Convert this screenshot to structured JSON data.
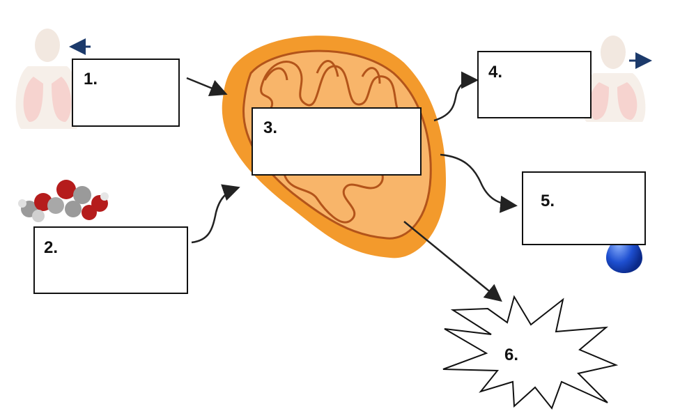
{
  "boxes": [
    {
      "id": "1",
      "label": "1."
    },
    {
      "id": "2",
      "label": "2."
    },
    {
      "id": "3",
      "label": "3."
    },
    {
      "id": "4",
      "label": "4."
    },
    {
      "id": "5",
      "label": "5."
    },
    {
      "id": "6",
      "label": "6."
    }
  ],
  "colors": {
    "mitochondrion_outer": "#f5a030",
    "mitochondrion_inner": "#f8b96a",
    "cristae_stroke": "#b3541a",
    "arrow": "#222222",
    "water_drop": "#1e4fd0",
    "lungs": "#f0b8b0"
  },
  "icons": [
    "lungs-inhale-icon",
    "glucose-molecule-icon",
    "lungs-exhale-icon",
    "water-drop-icon",
    "energy-burst-icon",
    "mitochondrion-icon"
  ]
}
